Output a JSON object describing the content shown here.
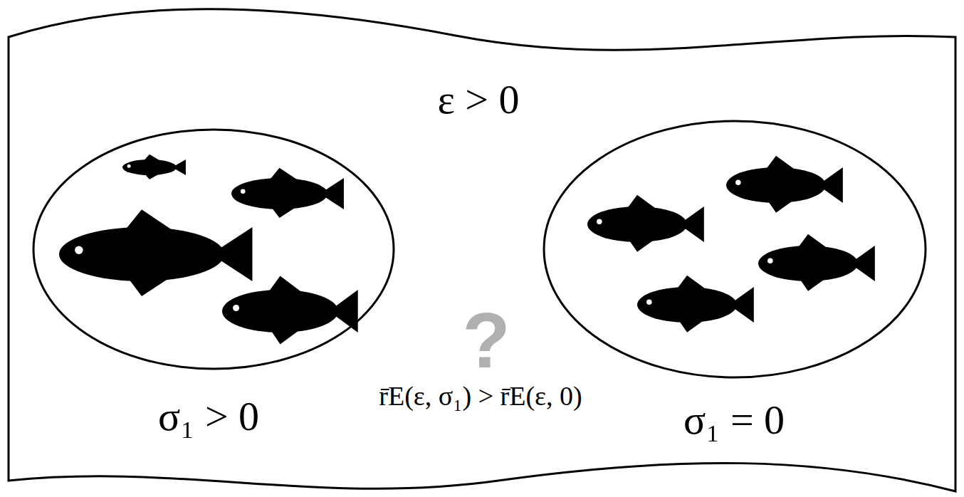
{
  "diagram": {
    "nodes": [
      {
        "text": [
          "ε > 0"
        ]
      },
      {
        "text": [
          "σ₁ > 0"
        ],
        "in": 0
      },
      {
        "text": [
          "σ₁ = 0"
        ],
        "in": 0
      }
    ],
    "labels": [
      "r̄E(ε, σ₁) > r̄E(ε, 0)",
      "?"
    ]
  }
}
